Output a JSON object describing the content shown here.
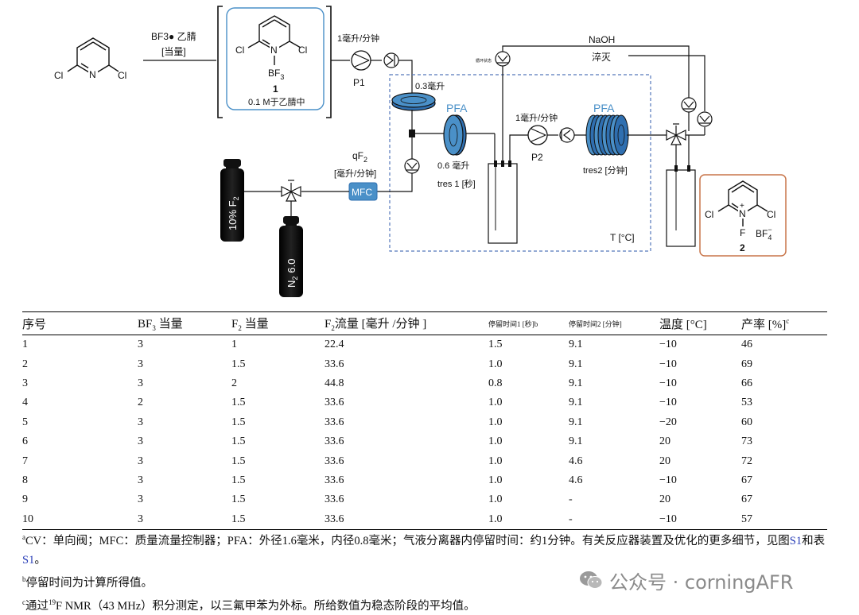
{
  "scheme": {
    "reagent_cl": "Cl",
    "reagent_n": "N",
    "bf3_label": "BF3● 乙腈",
    "equiv_label": "[当量]",
    "cpd1_cl": "Cl",
    "cpd1_n": "N",
    "cpd1_bf3": "BF",
    "cpd1_bf3_sub": "3",
    "cpd1_num": "1",
    "cpd1_conc": "0.1 M于乙腈中",
    "p1_flow": "1毫升/分钟",
    "p1_label": "P1",
    "loop_vol": "0.3毫升",
    "qf2_label": "qF",
    "qf2_sub": "2",
    "qf2_unit": "[毫升/分钟]",
    "mfc_label": "MFC",
    "f2_cyl_label": "10% F",
    "f2_cyl_sub": "2",
    "n2_cyl_label": "N",
    "n2_cyl_sub": "2",
    "n2_cyl_grade": "6.0",
    "pfa1_label": "PFA",
    "pfa1_vol": "0.6 毫升",
    "tres1_label": "tres 1 [秒]",
    "p2_flow": "1毫升/分钟",
    "p2_label": "P2",
    "pfa2_label": "PFA",
    "tres2_label": "tres2 [分钟]",
    "tiny_label": "循环状态",
    "naoh_label": "NaOH",
    "quench_label": "淬灭",
    "temp_label": "T [°C]",
    "product_cl": "Cl",
    "product_n": "N",
    "product_plus": "+",
    "product_f": "F",
    "product_bf4": "BF",
    "product_bf4_sub": "4",
    "product_bf4_sup": "−",
    "product_num": "2"
  },
  "table": {
    "headers": {
      "entry": "序号",
      "bf3_pre": "BF",
      "bf3_sub": "3",
      "bf3_post": " 当量",
      "f2_pre": "F",
      "f2_sub": "2",
      "f2_post": " 当量",
      "f2flow_pre": "F",
      "f2flow_sub": "2",
      "f2flow_post": "流量 [毫升 /分钟 ]",
      "tres1": "停留时间1 [秒]b",
      "tres2": "停留时间2 [分钟]",
      "temp": "温度 [°C]",
      "yield": "产率 [%]",
      "yield_sup": "c"
    },
    "rows": [
      {
        "entry": "1",
        "bf3": "3",
        "f2": "1",
        "flow": "22.4",
        "tres1": "1.5",
        "tres2": "9.1",
        "temp": "−10",
        "yield": "46"
      },
      {
        "entry": "2",
        "bf3": "3",
        "f2": "1.5",
        "flow": "33.6",
        "tres1": "1.0",
        "tres2": "9.1",
        "temp": "−10",
        "yield": "69"
      },
      {
        "entry": "3",
        "bf3": "3",
        "f2": "2",
        "flow": "44.8",
        "tres1": "0.8",
        "tres2": "9.1",
        "temp": "−10",
        "yield": "66"
      },
      {
        "entry": "4",
        "bf3": "2",
        "f2": "1.5",
        "flow": "33.6",
        "tres1": "1.0",
        "tres2": "9.1",
        "temp": "−10",
        "yield": "53"
      },
      {
        "entry": "5",
        "bf3": "3",
        "f2": "1.5",
        "flow": "33.6",
        "tres1": "1.0",
        "tres2": "9.1",
        "temp": "−20",
        "yield": "60"
      },
      {
        "entry": "6",
        "bf3": "3",
        "f2": "1.5",
        "flow": "33.6",
        "tres1": "1.0",
        "tres2": "9.1",
        "temp": "20",
        "yield": "73"
      },
      {
        "entry": "7",
        "bf3": "3",
        "f2": "1.5",
        "flow": "33.6",
        "tres1": "1.0",
        "tres2": "4.6",
        "temp": "20",
        "yield": "72"
      },
      {
        "entry": "8",
        "bf3": "3",
        "f2": "1.5",
        "flow": "33.6",
        "tres1": "1.0",
        "tres2": "4.6",
        "temp": "−10",
        "yield": "67"
      },
      {
        "entry": "9",
        "bf3": "3",
        "f2": "1.5",
        "flow": "33.6",
        "tres1": "1.0",
        "tres2": "-",
        "temp": "20",
        "yield": "67"
      },
      {
        "entry": "10",
        "bf3": "3",
        "f2": "1.5",
        "flow": "33.6",
        "tres1": "1.0",
        "tres2": "-",
        "temp": "−10",
        "yield": "57"
      }
    ]
  },
  "notes": {
    "a_sup": "a",
    "a_text": "CV：单向阀；MFC：质量流量控制器；PFA：外径1.6毫米，内径0.8毫米；气液分离器内停留时间：约1分钟。有关反应器装置及优化的更多细节，见图",
    "a_link1": "S1",
    "a_mid": "和表",
    "a_link2": "S1",
    "a_end": "。",
    "b_sup": "b",
    "b_text": "停留时间为计算所得值。",
    "c_sup": "c",
    "c_pre": "通过",
    "c_iso": "19",
    "c_text": "F NMR（43 MHz）积分测定，以三氟甲苯为外标。所给数值为稳态阶段的平均值。"
  },
  "watermark": {
    "text": "公众号 · corningAFR",
    "icon": "wechat-icon"
  },
  "colors": {
    "accent_blue": "#4a90c8",
    "product_box": "#c8754a",
    "dashed_box": "#5577bb"
  }
}
